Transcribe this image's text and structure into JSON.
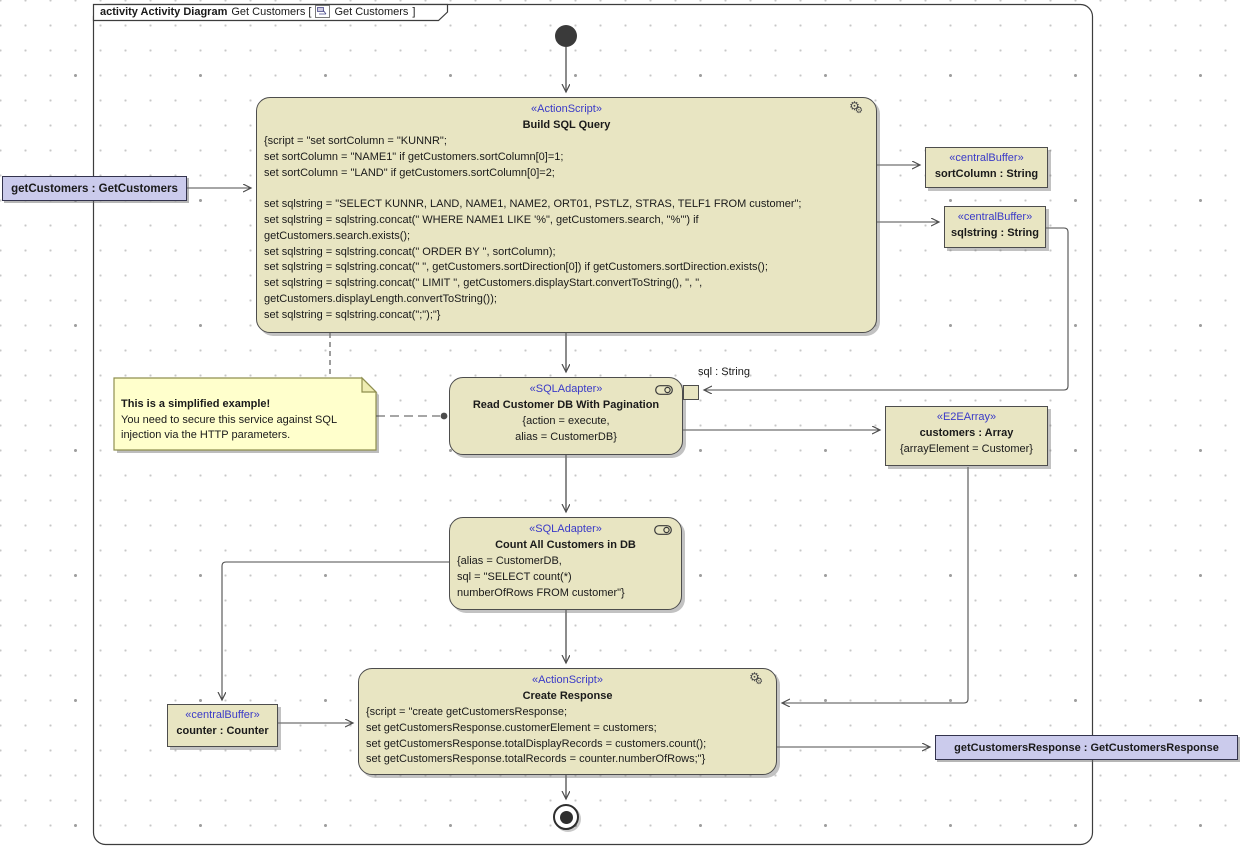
{
  "frame": {
    "title_keyword": "activity Activity Diagram",
    "title_text": "Get Customers [",
    "title_ref": "Get Customers",
    "title_close": "]"
  },
  "nodes": {
    "input": {
      "label": "getCustomers : GetCustomers"
    },
    "build": {
      "stereotype": "«ActionScript»",
      "name": "Build SQL Query",
      "body": "{script = \"set sortColumn = \"KUNNR\";\nset sortColumn = \"NAME1\" if getCustomers.sortColumn[0]=1;\nset sortColumn = \"LAND\" if getCustomers.sortColumn[0]=2;\n\nset sqlstring = \"SELECT KUNNR, LAND, NAME1, NAME2, ORT01, PSTLZ, STRAS, TELF1 FROM customer\";\nset sqlstring = sqlstring.concat(\" WHERE NAME1 LIKE '%\", getCustomers.search, \"%'\") if\ngetCustomers.search.exists();\nset sqlstring = sqlstring.concat(\" ORDER BY \", sortColumn);\nset sqlstring = sqlstring.concat(\" \", getCustomers.sortDirection[0]) if getCustomers.sortDirection.exists();\nset sqlstring = sqlstring.concat(\" LIMIT \", getCustomers.displayStart.convertToString(), \", \",\ngetCustomers.displayLength.convertToString());\nset sqlstring = sqlstring.concat(\";\");\"}"
    },
    "sortColumn": {
      "stereotype": "«centralBuffer»",
      "name": "sortColumn : String"
    },
    "sqlstring": {
      "stereotype": "«centralBuffer»",
      "name": "sqlstring : String"
    },
    "read": {
      "stereotype": "«SQLAdapter»",
      "name": "Read Customer DB With Pagination",
      "body": "{action = execute,\nalias = CustomerDB}"
    },
    "customers": {
      "stereotype": "«E2EArray»",
      "name": "customers : Array",
      "body": "{arrayElement = Customer}"
    },
    "count": {
      "stereotype": "«SQLAdapter»",
      "name": "Count All Customers in DB",
      "body": "{alias = CustomerDB,\nsql = \"SELECT count(*)\nnumberOfRows FROM customer\"}"
    },
    "counter": {
      "stereotype": "«centralBuffer»",
      "name": "counter : Counter"
    },
    "create": {
      "stereotype": "«ActionScript»",
      "name": "Create Response",
      "body": "{script = \"create getCustomersResponse;\nset getCustomersResponse.customerElement = customers;\nset getCustomersResponse.totalDisplayRecords = customers.count();\nset getCustomersResponse.totalRecords = counter.numberOfRows;\"}"
    },
    "output": {
      "label": "getCustomersResponse : GetCustomersResponse"
    }
  },
  "labels": {
    "sql_pin": "sql : String"
  },
  "note": {
    "title": "This is a simplified example!",
    "body": "You need to secure this service against SQL\ninjection via the HTTP parameters."
  },
  "colors": {
    "stereotype_blue": "#3a3ac8",
    "node_fill": "#e8e5c2",
    "object_fill": "#cbcbec",
    "note_fill": "#ffffcc",
    "edge": "#4d4d4d"
  }
}
